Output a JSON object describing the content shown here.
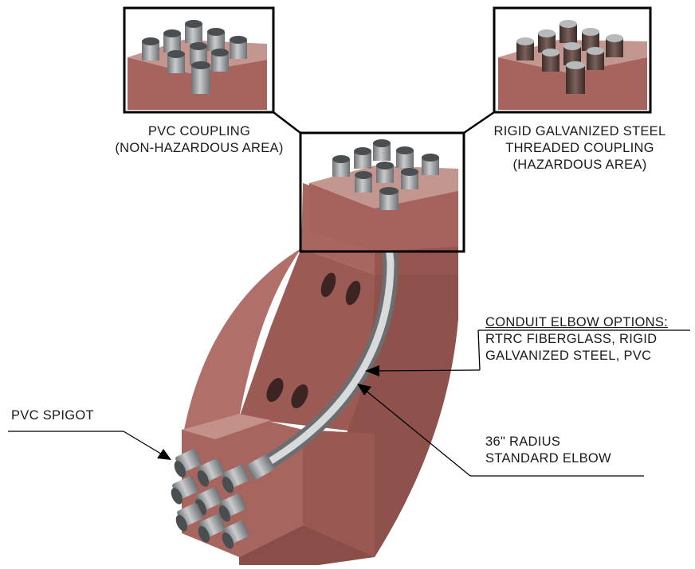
{
  "labels": {
    "pvc_coupling_line1": "PVC COUPLING",
    "pvc_coupling_line2": "(NON-HAZARDOUS AREA)",
    "rgs_line1": "RIGID GALVANIZED STEEL",
    "rgs_line2": "THREADED COUPLING",
    "rgs_line3": "(HAZARDOUS AREA)",
    "elbow_options_title": "CONDUIT ELBOW OPTIONS:",
    "elbow_options_line2": "RTRC FIBERGLASS, RIGID",
    "elbow_options_line3": "GALVANIZED STEEL, PVC",
    "radius_line1": "36\" RADIUS",
    "radius_line2": "STANDARD ELBOW",
    "pvc_spigot": "PVC SPIGOT"
  },
  "colors": {
    "concrete_front": "#a4625d",
    "concrete_side": "#b5726b",
    "concrete_top": "#c89892",
    "conduit_gray": "#8e9193",
    "rgs_conduit": "#5b4a45",
    "frame": "#000000"
  }
}
